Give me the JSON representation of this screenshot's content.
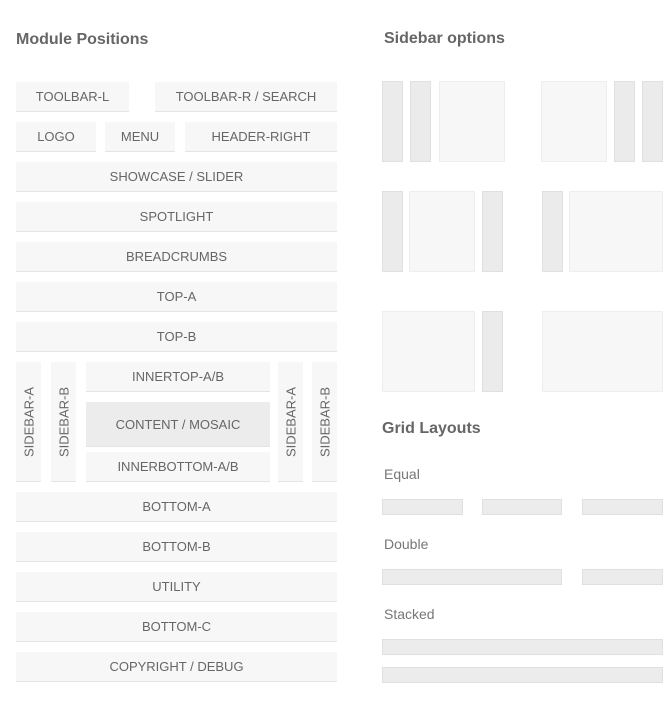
{
  "module_positions": {
    "title": "Module Positions",
    "toolbar_l": "TOOLBAR-L",
    "toolbar_r": "TOOLBAR-R / SEARCH",
    "logo": "LOGO",
    "menu": "MENU",
    "header_right": "HEADER-RIGHT",
    "showcase": "SHOWCASE / SLIDER",
    "spotlight": "SPOTLIGHT",
    "breadcrumbs": "BREADCRUMBS",
    "top_a": "TOP-A",
    "top_b": "TOP-B",
    "sidebar_a": "SIDEBAR-A",
    "sidebar_b": "SIDEBAR-B",
    "innertop": "INNERTOP-A/B",
    "content": "CONTENT / MOSAIC",
    "innerbottom": "INNERBOTTOM-A/B",
    "bottom_a": "BOTTOM-A",
    "bottom_b": "BOTTOM-B",
    "utility": "UTILITY",
    "bottom_c": "BOTTOM-C",
    "copyright": "COPYRIGHT / DEBUG"
  },
  "sidebar_options": {
    "title": "Sidebar options"
  },
  "grid_layouts": {
    "title": "Grid Layouts",
    "equal": "Equal",
    "double": "Double",
    "stacked": "Stacked"
  }
}
